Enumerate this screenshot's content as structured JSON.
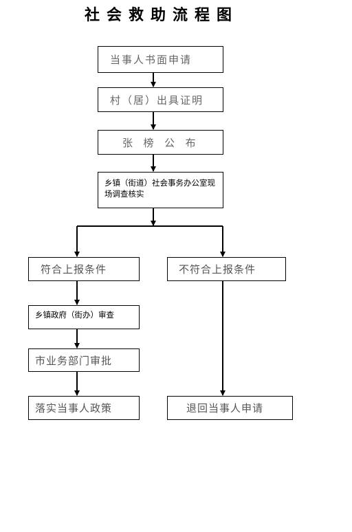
{
  "title": "社会救助流程图",
  "steps": {
    "apply": "当事人书面申请",
    "certify": "村（居）出具证明",
    "publish": "张  榜  公  布",
    "investigate": "乡镇（街道）社会事务办公室现场调查核实",
    "eligible": "符合上报条件",
    "ineligible": "不符合上报条件",
    "review": "乡镇政府（街办）审查",
    "approve": "市业务部门审批",
    "implement": "落实当事人政策",
    "return": "退回当事人申请"
  }
}
